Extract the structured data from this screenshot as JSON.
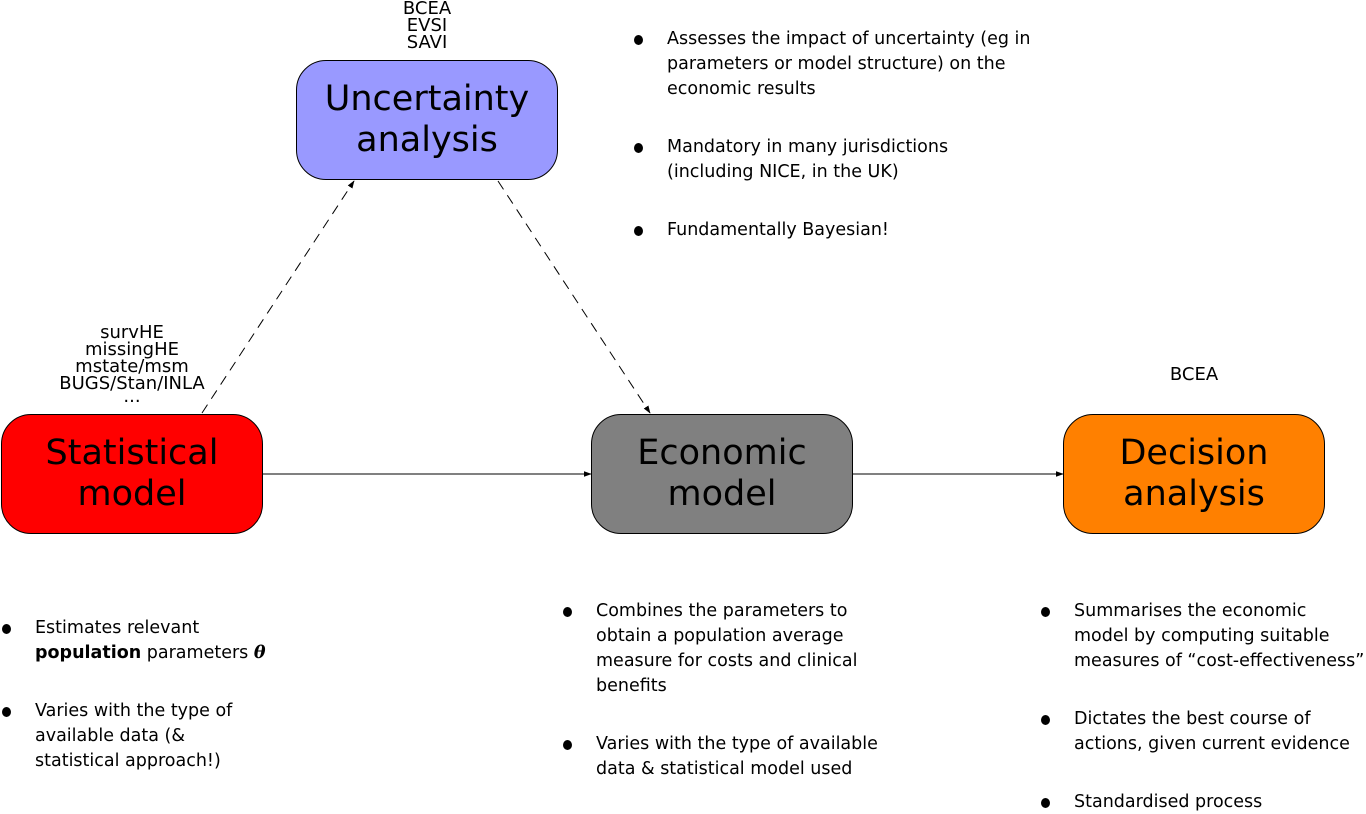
{
  "nodes": {
    "uncertainty": {
      "line1": "Uncertainty",
      "line2": "analysis",
      "fill": "#9999ff"
    },
    "statistical": {
      "line1": "Statistical",
      "line2": "model",
      "fill": "#ff0000"
    },
    "economic": {
      "line1": "Economic",
      "line2": "model",
      "fill": "#808080"
    },
    "decision": {
      "line1": "Decision",
      "line2": "analysis",
      "fill": "#ff8000"
    }
  },
  "tools": {
    "uncertainty": [
      "BCEA",
      "EVSI",
      "SAVI"
    ],
    "statistical": [
      "survHE",
      "missingHE",
      "mstate/msm",
      "BUGS/Stan/INLA",
      "..."
    ],
    "decision": [
      "BCEA"
    ]
  },
  "bullets": {
    "uncertainty": [
      "Assesses the impact of uncertainty (eg in parameters or model structure) on the economic results",
      "Mandatory in many jurisdictions (including NICE, in the UK)",
      "Fundamentally Bayesian!"
    ],
    "statistical": {
      "item1": {
        "before": "Estimates relevant",
        "bold": "population",
        "after": "parameters",
        "symbol": "θ"
      },
      "item2": "Varies with the type of available data (& statistical approach!)"
    },
    "economic": [
      "Combines the parameters to obtain a population average measure for costs and clinical benefits",
      "Varies with the type of available data & statistical model used"
    ],
    "decision": [
      "Summarises the economic model by computing suitable measures of “cost-effectiveness”",
      "Dictates the best course of actions, given current evidence",
      "Standardised process"
    ]
  }
}
